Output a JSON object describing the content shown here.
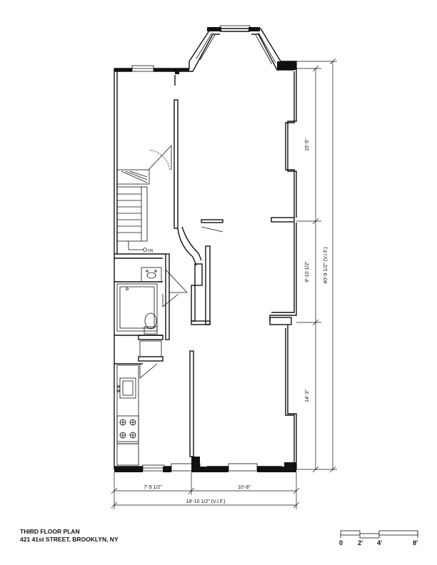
{
  "title": {
    "line1": "THIRD FLOOR PLAN",
    "line2": "421 41st STREET, BROOKLYN, NY"
  },
  "dimensions": {
    "front_room": "15'-5\"",
    "middle_room": "9'-10 1/2\"",
    "rear_room": "14'-3\"",
    "overall_length": "40'-9 1/2\" (V.I.F.)",
    "left_width": "7'-9 1/2\"",
    "right_width": "10'-8\"",
    "overall_width": "18'-10 1/2\" (V.I.F.)"
  },
  "annotations": {
    "stair_down": "DN"
  },
  "scale_bar": {
    "labels": [
      "0",
      "2'",
      "4'",
      "8'"
    ]
  }
}
